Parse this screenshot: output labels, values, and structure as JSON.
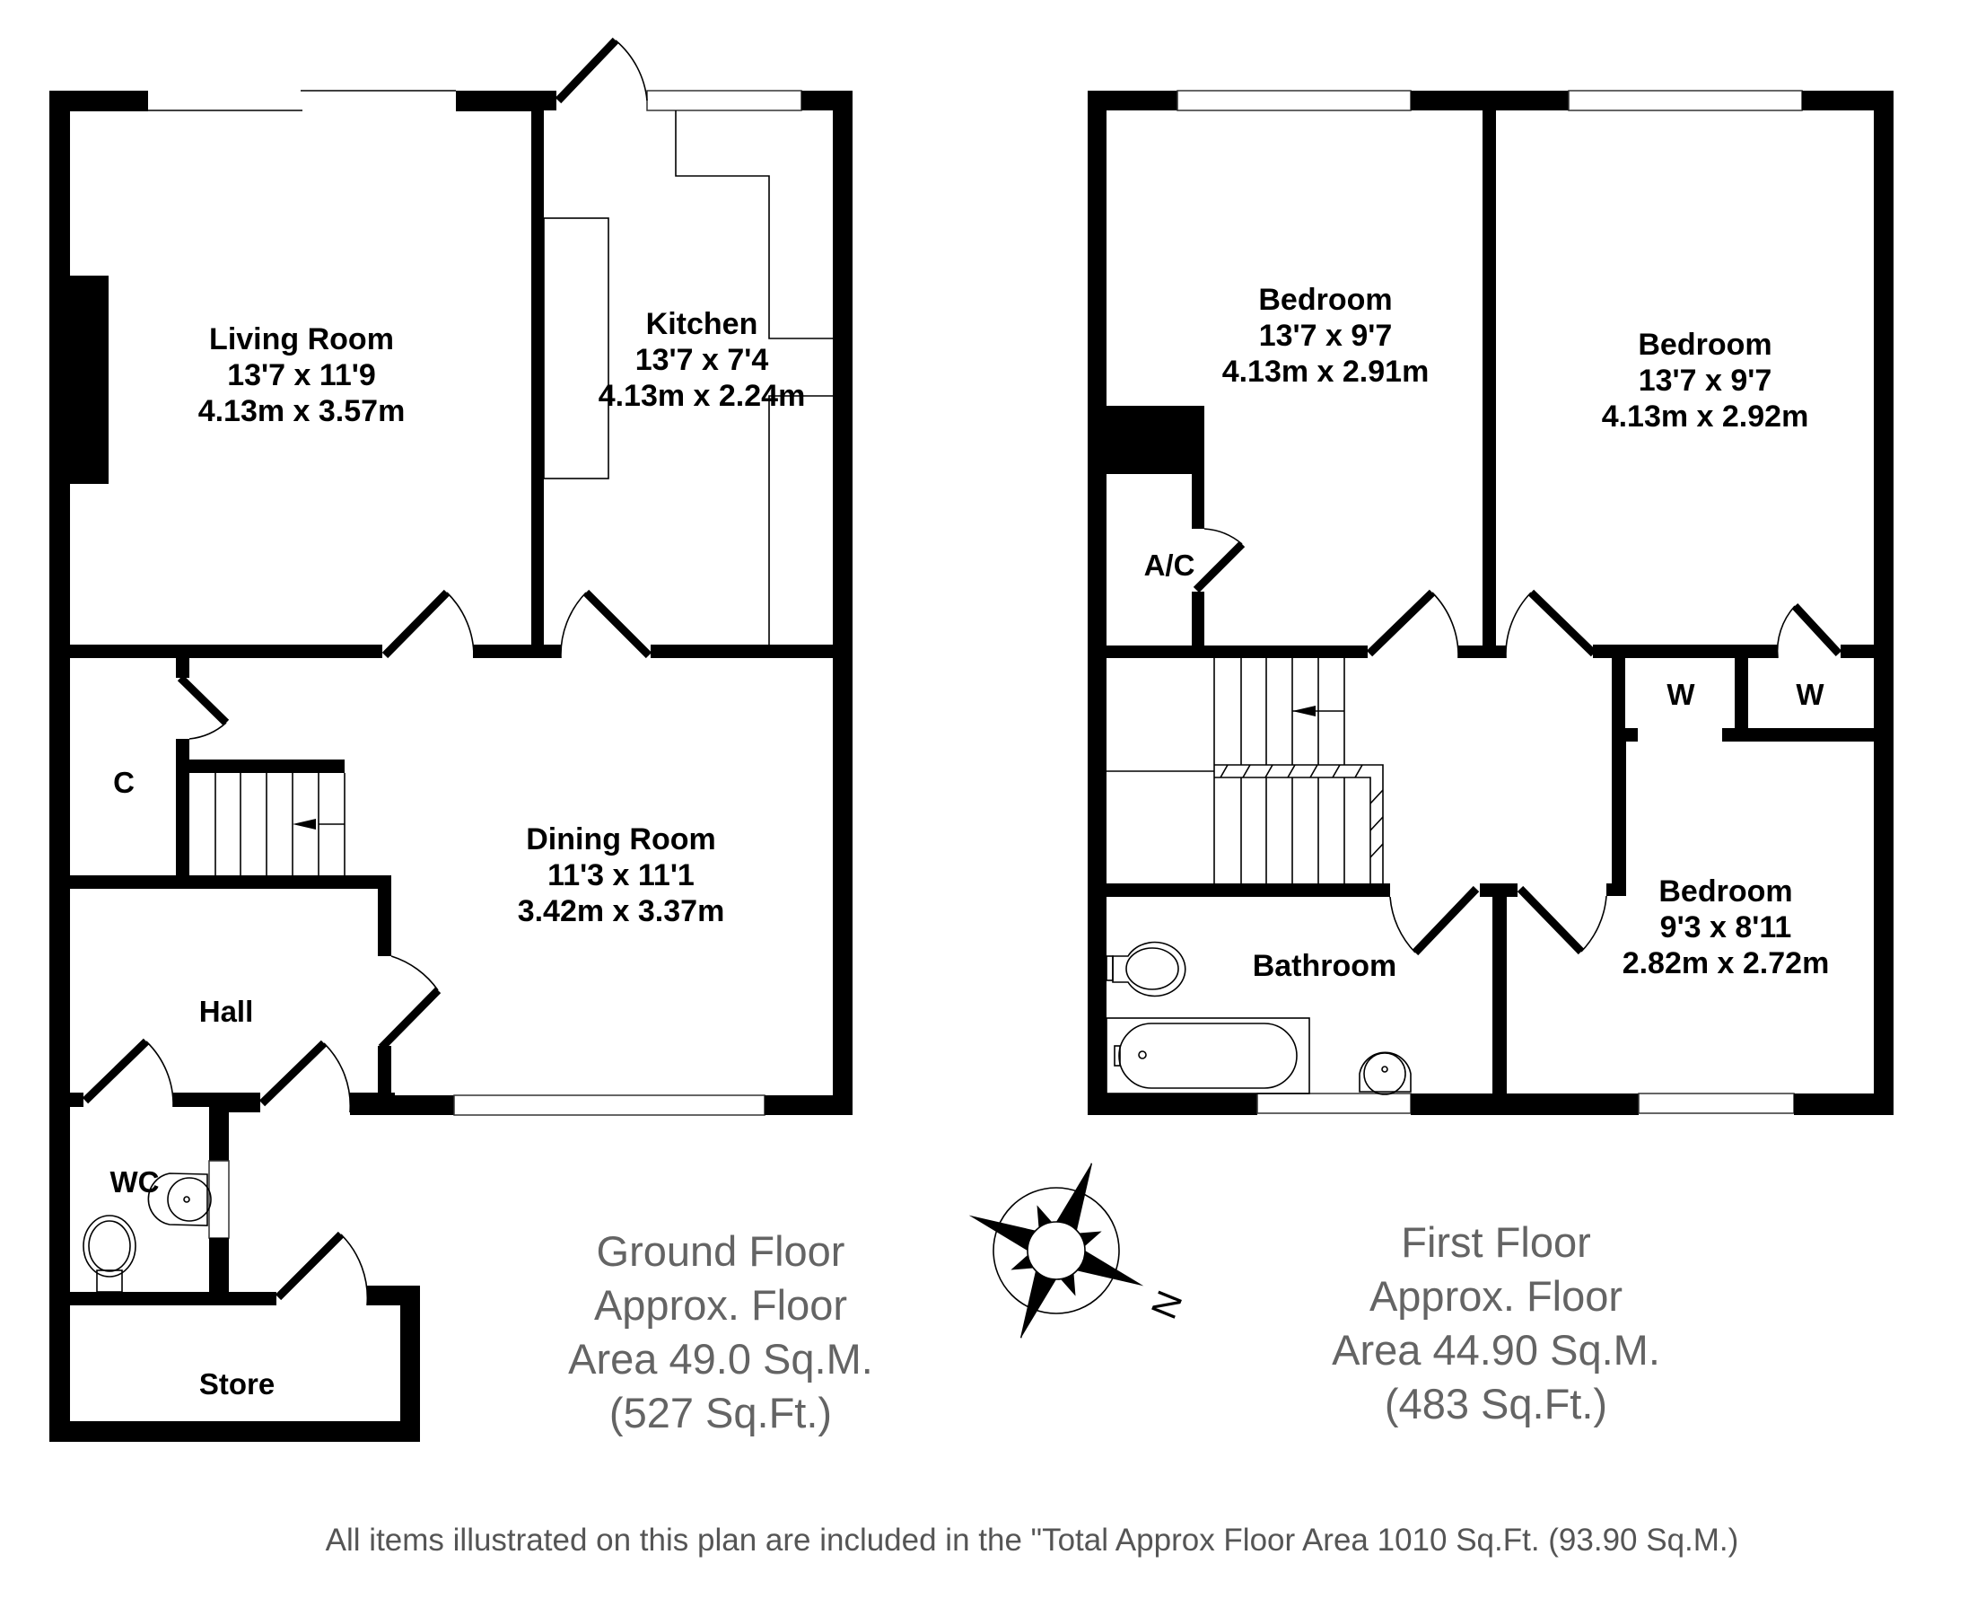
{
  "ground_floor": {
    "rooms": {
      "living_room": {
        "name": "Living Room",
        "imperial": "13'7 x 11'9",
        "metric": "4.13m x 3.57m"
      },
      "kitchen": {
        "name": "Kitchen",
        "imperial": "13'7 x 7'4",
        "metric": "4.13m x 2.24m"
      },
      "dining_room": {
        "name": "Dining Room",
        "imperial": "11'3 x 11'1",
        "metric": "3.42m x 3.37m"
      },
      "cupboard": {
        "name": "C"
      },
      "hall": {
        "name": "Hall"
      },
      "wc": {
        "name": "WC"
      },
      "store": {
        "name": "Store"
      }
    },
    "area": {
      "line1": "Ground Floor",
      "line2": "Approx. Floor",
      "line3": "Area 49.0 Sq.M.",
      "line4": "(527 Sq.Ft.)"
    }
  },
  "first_floor": {
    "rooms": {
      "bedroom_1": {
        "name": "Bedroom",
        "imperial": "13'7 x 9'7",
        "metric": "4.13m x 2.91m"
      },
      "bedroom_2": {
        "name": "Bedroom",
        "imperial": "13'7 x 9'7",
        "metric": "4.13m x 2.92m"
      },
      "bedroom_3": {
        "name": "Bedroom",
        "imperial": "9'3 x 8'11",
        "metric": "2.82m x 2.72m"
      },
      "airing_cupboard": {
        "name": "A/C"
      },
      "wardrobe_1": {
        "name": "W"
      },
      "wardrobe_2": {
        "name": "W"
      },
      "bathroom": {
        "name": "Bathroom"
      }
    },
    "area": {
      "line1": "First Floor",
      "line2": "Approx. Floor",
      "line3": "Area 44.90 Sq.M.",
      "line4": "(483 Sq.Ft.)"
    }
  },
  "compass": {
    "icon": "compass-rose-icon",
    "north_label": "N"
  },
  "footer": {
    "text": "All items illustrated on this plan are included in the \"Total Approx Floor Area 1010 Sq.Ft. (93.90 Sq.M.)"
  },
  "colors": {
    "walls": "#000000",
    "area_text": "#646464",
    "footer_text": "#555555",
    "background": "#ffffff"
  }
}
